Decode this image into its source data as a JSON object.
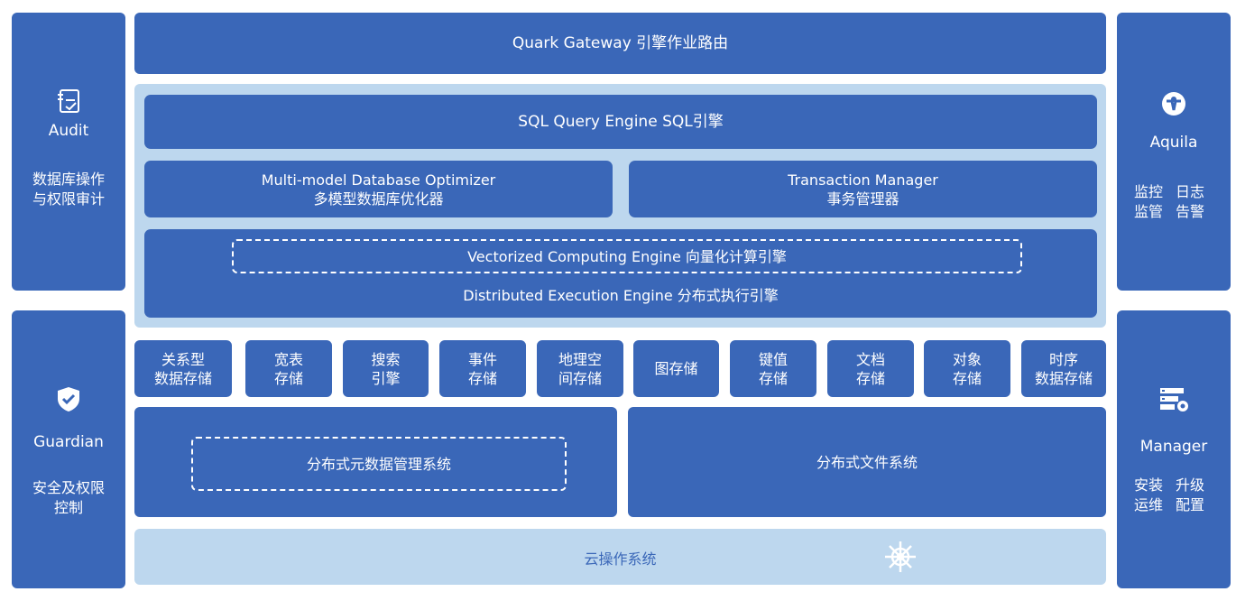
{
  "gateway": "Quark Gateway 引擎作业路由",
  "sql_engine": "SQL Query Engine SQL引擎",
  "optimizer": {
    "line1": "Multi-model Database Optimizer",
    "line2": "多模型数据库优化器"
  },
  "transaction": {
    "line1": "Transaction Manager",
    "line2": "事务管理器"
  },
  "vectorized": "Vectorized Computing Engine 向量化计算引擎",
  "distributed_exec": "Distributed Execution Engine 分布式执行引擎",
  "storage": [
    {
      "line1": "关系型",
      "line2": "数据存储"
    },
    {
      "line1": "宽表",
      "line2": "存储"
    },
    {
      "line1": "搜索",
      "line2": "引擎"
    },
    {
      "line1": "事件",
      "line2": "存储"
    },
    {
      "line1": "地理空",
      "line2": "间存储"
    },
    {
      "line1": "图存储",
      "line2": ""
    },
    {
      "line1": "键值",
      "line2": "存储"
    },
    {
      "line1": "文档",
      "line2": "存储"
    },
    {
      "line1": "对象",
      "line2": "存储"
    },
    {
      "line1": "时序",
      "line2": "数据存储"
    }
  ],
  "metadata_system": "分布式元数据管理系统",
  "file_system": "分布式文件系统",
  "cloud_os": "云操作系统",
  "audit": {
    "title": "Audit",
    "line1": "数据库操作",
    "line2": "与权限审计",
    "icon": "audit-checklist-icon"
  },
  "guardian": {
    "title": "Guardian",
    "line1": "安全及权限",
    "line2": "控制",
    "icon": "shield-check-icon"
  },
  "aquila": {
    "title": "Aquila",
    "items": [
      "监控",
      "日志",
      "监管",
      "告警"
    ],
    "icon": "aquila-logo-icon"
  },
  "manager": {
    "title": "Manager",
    "items": [
      "安装",
      "升级",
      "运维",
      "配置"
    ],
    "icon": "server-gear-icon"
  },
  "colors": {
    "block": "#3a67b8",
    "light": "#bdd7ee",
    "text": "#ffffff"
  }
}
